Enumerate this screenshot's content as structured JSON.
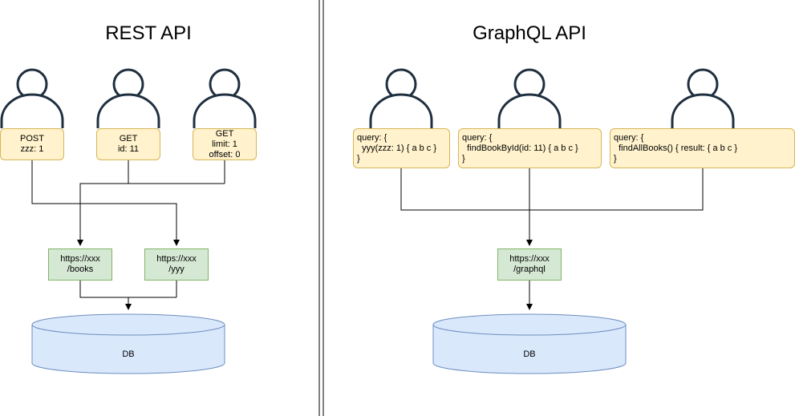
{
  "rest": {
    "title": "REST API",
    "requests": [
      {
        "lines": [
          "POST",
          "zzz: 1"
        ]
      },
      {
        "lines": [
          "GET",
          "id: 11"
        ]
      },
      {
        "lines": [
          "GET",
          "limit: 1",
          "offset: 0"
        ]
      }
    ],
    "endpoints": [
      {
        "lines": [
          "https://xxx",
          "/books"
        ]
      },
      {
        "lines": [
          "https://xxx",
          "/yyy"
        ]
      }
    ],
    "db_label": "DB"
  },
  "graphql": {
    "title": "GraphQL API",
    "requests": [
      {
        "lines": [
          "query: {",
          "  yyy(zzz: 1) { a b c }",
          "}"
        ]
      },
      {
        "lines": [
          "query: {",
          "  findBookById(id: 11) { a b c }",
          "}"
        ]
      },
      {
        "lines": [
          "query: {",
          "  findAllBooks() { result: { a b c }",
          "}"
        ]
      }
    ],
    "endpoint": {
      "lines": [
        "https://xxx",
        "/graphql"
      ]
    },
    "db_label": "DB"
  },
  "colors": {
    "request_fill": "#fff2cc",
    "request_stroke": "#d6b656",
    "endpoint_fill": "#d5e8d4",
    "endpoint_stroke": "#82b366",
    "db_fill": "#dae8fc",
    "db_stroke": "#6c8ebf"
  }
}
